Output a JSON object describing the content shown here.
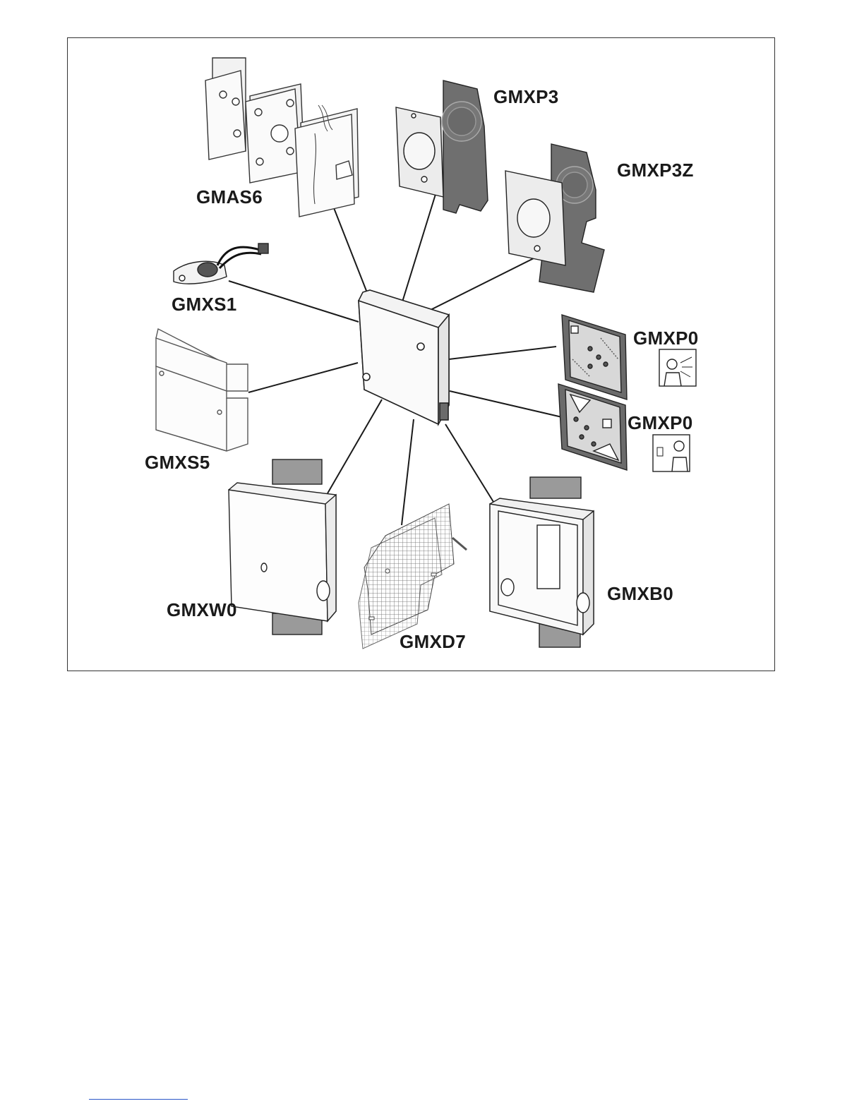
{
  "diagram": {
    "center": {
      "name": "control-unit"
    },
    "accessories": [
      {
        "id": "gmas6",
        "label": "GMAS6"
      },
      {
        "id": "gmxp3",
        "label": "GMXP3"
      },
      {
        "id": "gmxp3z",
        "label": "GMXP3Z"
      },
      {
        "id": "gmxs1",
        "label": "GMXS1"
      },
      {
        "id": "gmxp0a",
        "label": "GMXP0"
      },
      {
        "id": "gmxs5",
        "label": "GMXS5"
      },
      {
        "id": "gmxp0b",
        "label": "GMXP0"
      },
      {
        "id": "gmxw0",
        "label": "GMXW0"
      },
      {
        "id": "gmxd7",
        "label": "GMXD7"
      },
      {
        "id": "gmxb0",
        "label": "GMXB0"
      }
    ]
  }
}
